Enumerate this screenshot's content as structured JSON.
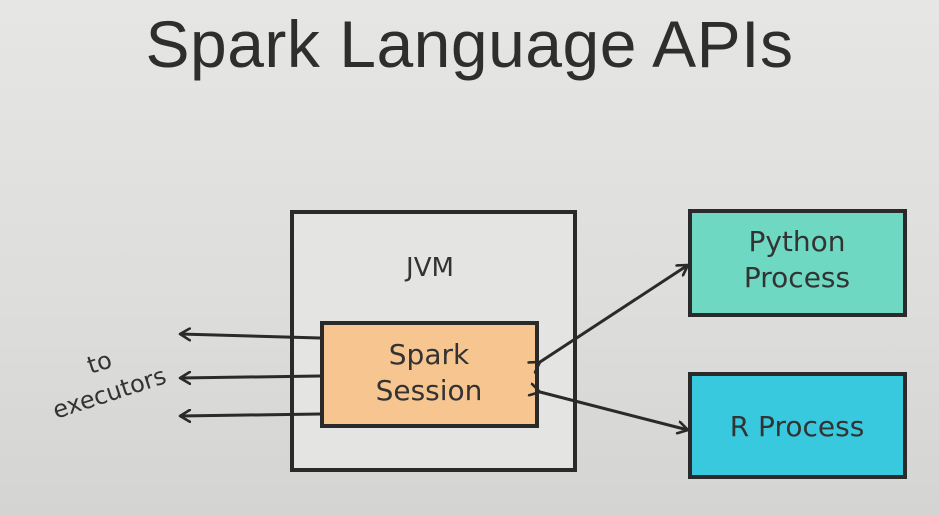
{
  "slide": {
    "title": "Spark Language APIs"
  },
  "diagram": {
    "jvm_label": "JVM",
    "spark_session": {
      "line1": "Spark",
      "line2": "Session",
      "color": "#f7c58f"
    },
    "python_process": {
      "line1": "Python",
      "line2": "Process",
      "color": "#6fd8c3"
    },
    "r_process": {
      "label": "R Process",
      "color": "#38c9df"
    },
    "executors_label": {
      "line1": "to",
      "line2": "executors"
    }
  }
}
